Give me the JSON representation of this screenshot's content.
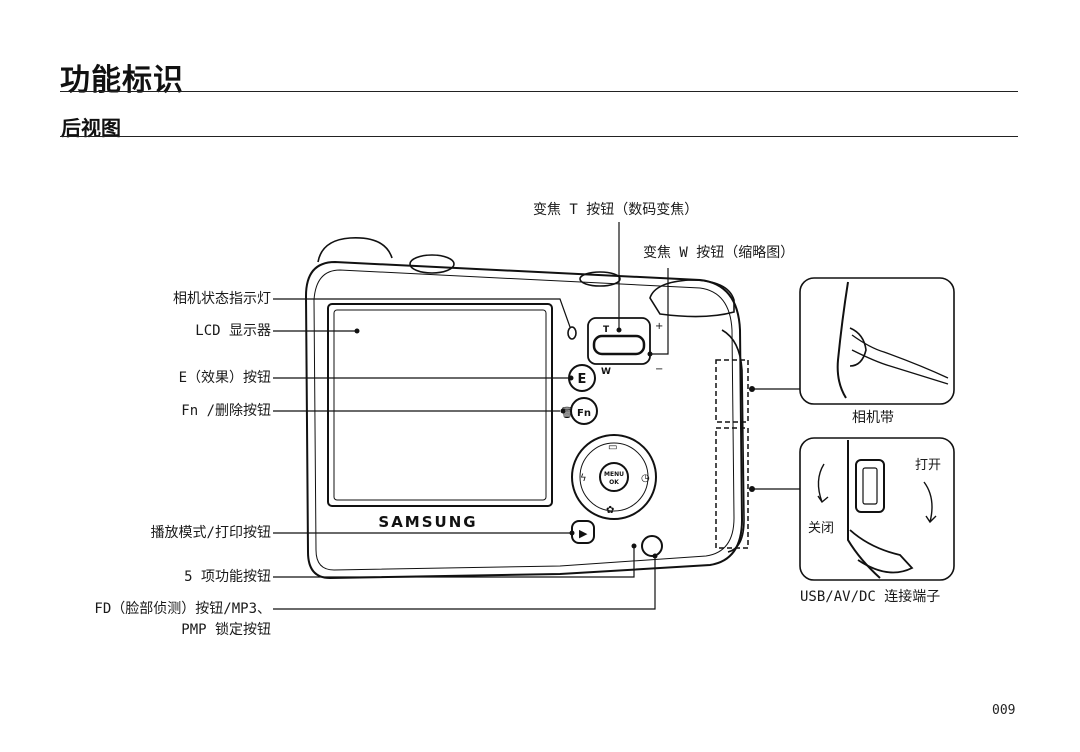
{
  "page": {
    "title": "功能标识",
    "subtitle": "后视图",
    "page_number": "009"
  },
  "callouts": {
    "zoom_t": "变焦 T 按钮（数码变焦）",
    "zoom_w": "变焦 W 按钮（缩略图）",
    "status_lamp": "相机状态指示灯",
    "lcd": "LCD 显示器",
    "e_button": "E（效果）按钮",
    "fn_button": "Fn /删除按钮",
    "play_button": "播放模式/打印按钮",
    "five_way": "5 项功能按钮",
    "fd_button_line1": "FD（脸部侦测）按钮/MP3、",
    "fd_button_line2": "PMP 锁定按钮",
    "strap": "相机带",
    "usb_port": "USB/AV/DC 连接端子",
    "open": "打开",
    "close": "关闭"
  },
  "camera_markings": {
    "brand": "SAMSUNG",
    "zoom_t": "T",
    "zoom_w": "W",
    "e_key": "E",
    "fn_key": "Fn",
    "menu_key": "MENU",
    "ok_key": "OK",
    "plus": "+",
    "minus": "−"
  }
}
